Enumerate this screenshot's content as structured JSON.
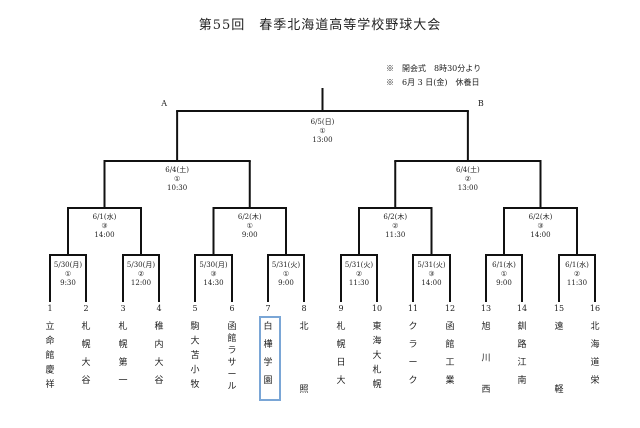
{
  "title": "第55回　春季北海道高等学校野球大会",
  "notes": [
    "※　開会式　8時30分より",
    "※　6月 3 日(金)　休養日"
  ],
  "group_labels": [
    "A",
    "B"
  ],
  "final": {
    "date": "6/5(日)",
    "game": "①",
    "time": "13:00"
  },
  "semis": [
    {
      "date": "6/4(土)",
      "game": "①",
      "time": "10:30"
    },
    {
      "date": "6/4(土)",
      "game": "②",
      "time": "13:00"
    }
  ],
  "quarters": [
    {
      "date": "6/1(水)",
      "game": "③",
      "time": "14:00"
    },
    {
      "date": "6/2(木)",
      "game": "①",
      "time": "9:00"
    },
    {
      "date": "6/2(木)",
      "game": "②",
      "time": "11:30"
    },
    {
      "date": "6/2(木)",
      "game": "③",
      "time": "14:00"
    }
  ],
  "round1": [
    {
      "date": "5/30(月)",
      "game": "①",
      "time": "9:30"
    },
    {
      "date": "5/30(月)",
      "game": "②",
      "time": "12:00"
    },
    {
      "date": "5/30(月)",
      "game": "③",
      "time": "14:30"
    },
    {
      "date": "5/31(火)",
      "game": "①",
      "time": "9:00"
    },
    {
      "date": "5/31(火)",
      "game": "②",
      "time": "11:30"
    },
    {
      "date": "5/31(火)",
      "game": "③",
      "time": "14:00"
    },
    {
      "date": "6/1(水)",
      "game": "①",
      "time": "9:00"
    },
    {
      "date": "6/1(水)",
      "game": "②",
      "time": "11:30"
    }
  ],
  "teams": [
    {
      "number": "1",
      "school": "立命館慶祥"
    },
    {
      "number": "2",
      "school": "札幌大谷"
    },
    {
      "number": "3",
      "school": "札幌第一"
    },
    {
      "number": "4",
      "school": "稚内大谷"
    },
    {
      "number": "5",
      "school": "駒大苫小牧"
    },
    {
      "number": "6",
      "school": "函館ラサール"
    },
    {
      "number": "7",
      "school": "白樺学園"
    },
    {
      "number": "8",
      "school": "北照"
    },
    {
      "number": "9",
      "school": "札幌日大"
    },
    {
      "number": "10",
      "school": "東海大札幌"
    },
    {
      "number": "11",
      "school": "クラーク"
    },
    {
      "number": "12",
      "school": "函館工業"
    },
    {
      "number": "13",
      "school": "旭川西"
    },
    {
      "number": "14",
      "school": "釧路江南"
    },
    {
      "number": "15",
      "school": "遠軽"
    },
    {
      "number": "16",
      "school": "北海道栄"
    }
  ]
}
